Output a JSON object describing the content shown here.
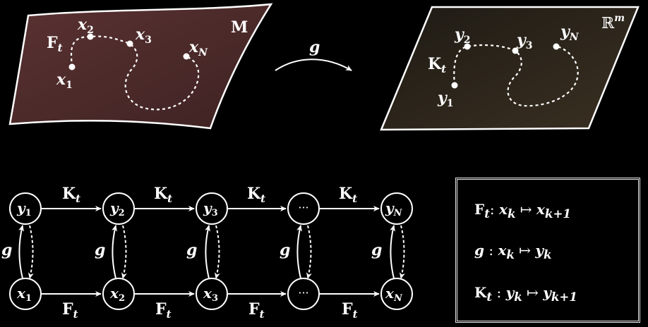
{
  "manifold": {
    "label": "M",
    "flow_label": "F",
    "points": [
      {
        "base": "x",
        "sub": "1"
      },
      {
        "base": "x",
        "sub": "2"
      },
      {
        "base": "x",
        "sub": "3"
      },
      {
        "base": "x",
        "sub": "N"
      }
    ]
  },
  "mapping": {
    "label": "g"
  },
  "euclidean": {
    "label": "ℝ",
    "label_sup": "m",
    "operator_label": "K",
    "points": [
      {
        "base": "y",
        "sub": "1"
      },
      {
        "base": "y",
        "sub": "2"
      },
      {
        "base": "y",
        "sub": "3"
      },
      {
        "base": "y",
        "sub": "N"
      }
    ]
  },
  "chain": {
    "top_nodes": [
      {
        "base": "y",
        "sub": "1"
      },
      {
        "base": "y",
        "sub": "2"
      },
      {
        "base": "y",
        "sub": "3"
      },
      {
        "base": "···",
        "sub": ""
      },
      {
        "base": "y",
        "sub": "N"
      }
    ],
    "bottom_nodes": [
      {
        "base": "x",
        "sub": "1"
      },
      {
        "base": "x",
        "sub": "2"
      },
      {
        "base": "x",
        "sub": "3"
      },
      {
        "base": "···",
        "sub": ""
      },
      {
        "base": "x",
        "sub": "N"
      }
    ],
    "top_edge": {
      "base": "K",
      "sub": "t"
    },
    "bottom_edge": {
      "base": "F",
      "sub": "t"
    },
    "vertical_label": "g"
  },
  "legend": {
    "rows": [
      {
        "op": "F",
        "op_sub": "t",
        "sep": ":",
        "from": "x",
        "from_sub": "k",
        "arrow": "↦",
        "to": "x",
        "to_sub": "k+1"
      },
      {
        "op": "g",
        "op_sub": "",
        "sep": ":",
        "from": "x",
        "from_sub": "k",
        "arrow": "↦",
        "to": "y",
        "to_sub": "k"
      },
      {
        "op": "K",
        "op_sub": "t",
        "sep": ":",
        "from": "y",
        "from_sub": "k",
        "arrow": "↦",
        "to": "y",
        "to_sub": "k+1"
      }
    ]
  },
  "colors": {
    "manifold_fill": "#4e2a2a",
    "euclidean_fill": "#2b2419",
    "stroke": "#ffffff",
    "background": "#000000"
  }
}
